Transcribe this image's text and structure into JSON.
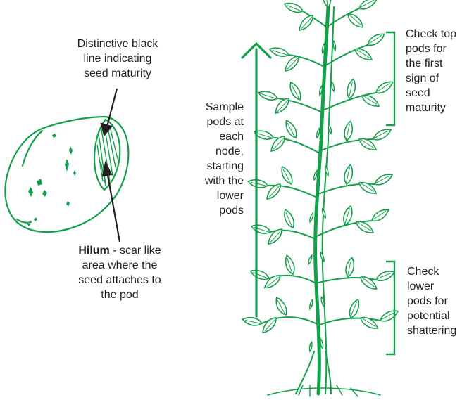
{
  "colors": {
    "accent_green": "#13a04a",
    "text": "#231f20",
    "arrow": "#231f20"
  },
  "seed_labels": {
    "black_line": [
      "Distinctive black",
      "line indicating",
      "seed maturity"
    ],
    "hilum_bold": "Hilum",
    "hilum_rest_first": " - scar like",
    "hilum_lines": [
      "area where the",
      "seed attaches to",
      "the pod"
    ]
  },
  "plant_labels": {
    "sample_pods": [
      "Sample",
      "pods at",
      "each",
      "node,",
      "starting",
      "with the",
      "lower",
      "pods"
    ],
    "check_top": [
      "Check top",
      "pods for",
      "the first",
      "sign of",
      "seed",
      "maturity"
    ],
    "check_lower": [
      "Check",
      "lower",
      "pods for",
      "potential",
      "shattering"
    ]
  },
  "icons": [
    "seed-illustration",
    "soybean-plant-illustration",
    "up-arrow-icon",
    "bracket-icon"
  ]
}
